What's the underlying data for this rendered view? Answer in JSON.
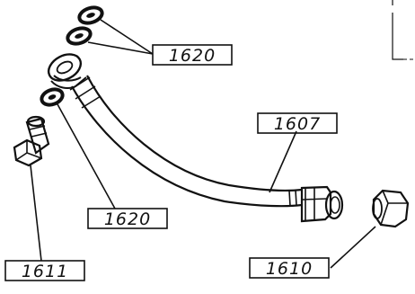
{
  "callouts": [
    {
      "id": "1620a",
      "text": "1620"
    },
    {
      "id": "1607",
      "text": "1607"
    },
    {
      "id": "1620b",
      "text": "1620"
    },
    {
      "id": "1611",
      "text": "1611"
    },
    {
      "id": "1610",
      "text": "1610"
    }
  ],
  "colors": {
    "ink": "#111111",
    "paper": "#ffffff"
  }
}
